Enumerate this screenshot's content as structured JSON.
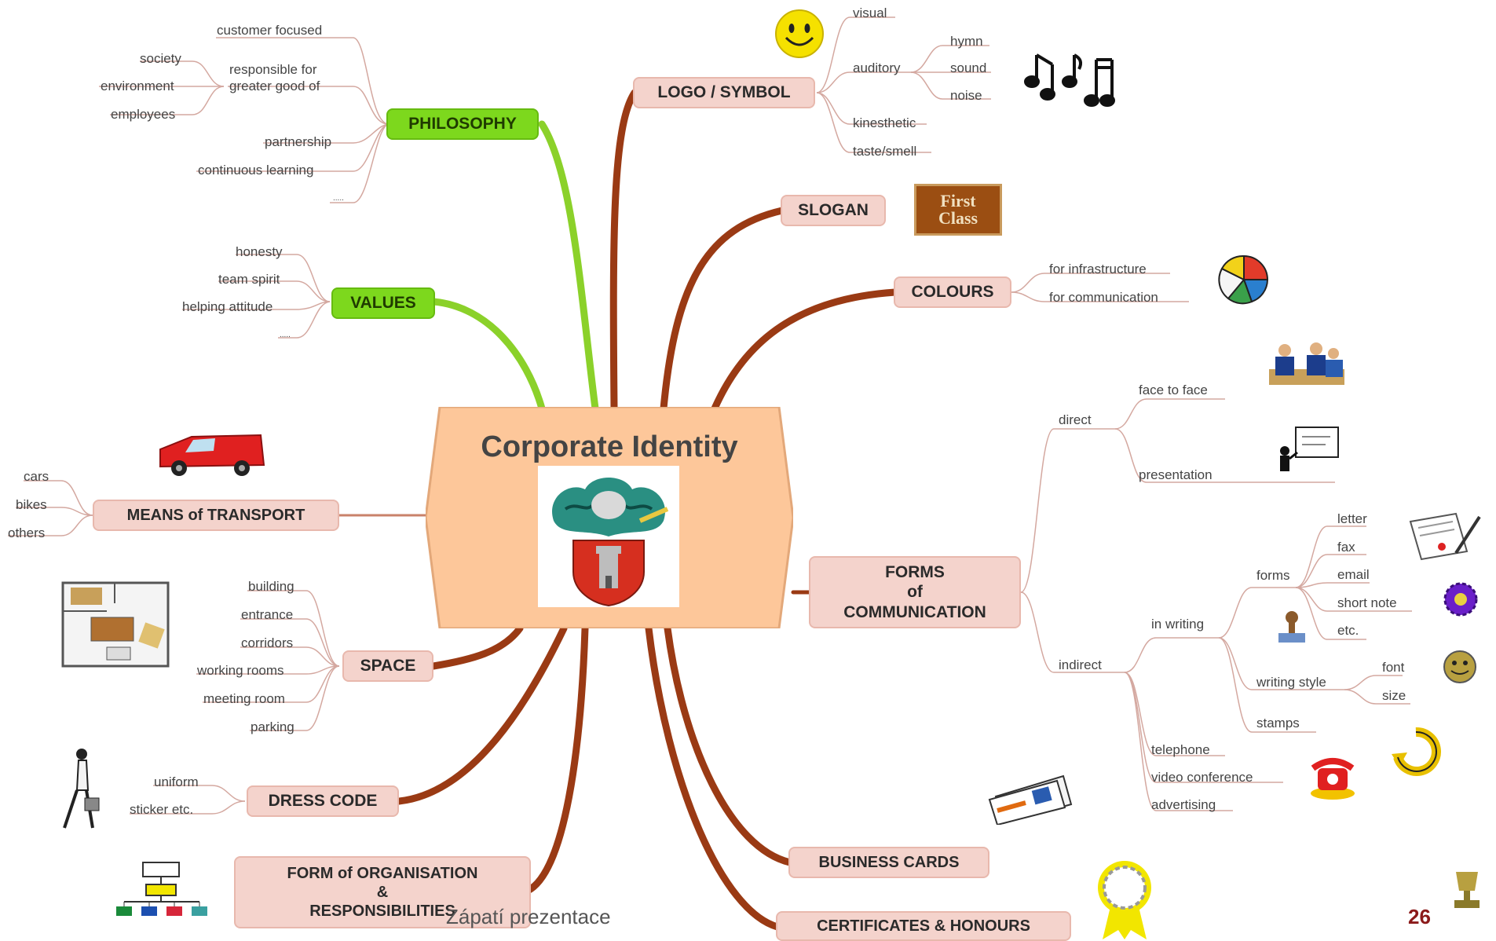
{
  "center": {
    "title": "Corporate Identity"
  },
  "branches": {
    "philosophy": {
      "label": "PHILOSOPHY"
    },
    "values": {
      "label": "VALUES"
    },
    "transport": {
      "label": "MEANS of TRANSPORT"
    },
    "space": {
      "label": "SPACE"
    },
    "dress": {
      "label": "DRESS CODE"
    },
    "organisation": {
      "line1": "FORM of ORGANISATION",
      "line2": "&",
      "line3": "RESPONSIBILITIES"
    },
    "logo": {
      "label": "LOGO / SYMBOL"
    },
    "slogan": {
      "label": "SLOGAN"
    },
    "colours": {
      "label": "COLOURS"
    },
    "communication": {
      "line1": "FORMS",
      "line2": "of",
      "line3": "COMMUNICATION"
    },
    "cards": {
      "label": "BUSINESS CARDS"
    },
    "certificates": {
      "label": "CERTIFICATES & HONOURS"
    }
  },
  "leaves": {
    "philosophy": {
      "customer_focused": "customer focused",
      "responsible_1": "responsible for",
      "responsible_2": "greater good of",
      "society": "society",
      "environment": "environment",
      "employees": "employees",
      "partnership": "partnership",
      "continuous_learning": "continuous learning",
      "more": "....."
    },
    "values": {
      "honesty": "honesty",
      "team_spirit": "team spirit",
      "helping_attitude": "helping attitude",
      "more": "....."
    },
    "transport": {
      "cars": "cars",
      "bikes": "bikes",
      "others": "others"
    },
    "space": [
      "building",
      "entrance",
      "corridors",
      "working rooms",
      "meeting room",
      "parking"
    ],
    "dress": {
      "uniform": "uniform",
      "sticker": "sticker etc."
    },
    "logo": {
      "visual": "visual",
      "auditory": "auditory",
      "hymn": "hymn",
      "sound": "sound",
      "noise": "noise",
      "kinesthetic": "kinesthetic",
      "taste_smell": "taste/smell"
    },
    "colours": {
      "infrastructure": "for infrastructure",
      "communication": "for communication"
    },
    "communication": {
      "direct": "direct",
      "face_to_face": "face to face",
      "presentation": "presentation",
      "indirect": "indirect",
      "in_writing": "in writing",
      "forms": "forms",
      "letter": "letter",
      "fax": "fax",
      "email": "email",
      "short_note": "short note",
      "etc": "etc.",
      "writing_style": "writing style",
      "font": "font",
      "size": "size",
      "stamps": "stamps",
      "telephone": "telephone",
      "video_conference": "video conference",
      "advertising": "advertising"
    }
  },
  "slogan_image": {
    "line1": "First",
    "line2": "Class"
  },
  "footer": {
    "text": "Zápatí prezentace",
    "page": "26"
  },
  "colors": {
    "branch_brown": "#9a3a14",
    "branch_green": "#8bd12a",
    "node_pink": "#f4d3cc",
    "node_green": "#7dd81d",
    "center_fill": "#fdc79a"
  }
}
